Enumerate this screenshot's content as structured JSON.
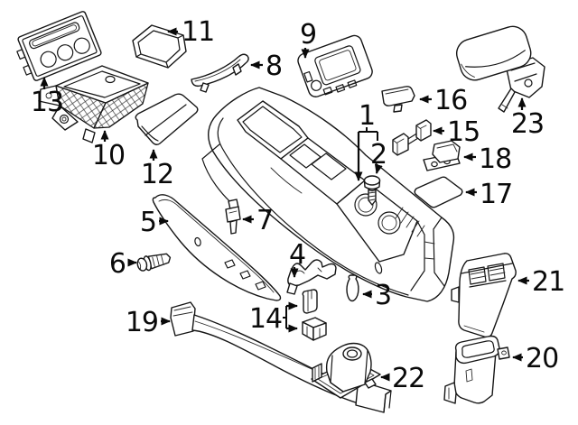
{
  "figure": {
    "background_color": "#ffffff",
    "line_color": "#151515",
    "label_color": "#0a0a0a",
    "callouts": {
      "n1": "1",
      "n2": "2",
      "n3": "3",
      "n4": "4",
      "n5": "5",
      "n6": "6",
      "n7": "7",
      "n8": "8",
      "n9": "9",
      "n10": "10",
      "n11": "11",
      "n12": "12",
      "n13": "13",
      "n14": "14",
      "n15": "15",
      "n16": "16",
      "n17": "17",
      "n18": "18",
      "n19": "19",
      "n20": "20",
      "n21": "21",
      "n22": "22",
      "n23": "23"
    }
  }
}
